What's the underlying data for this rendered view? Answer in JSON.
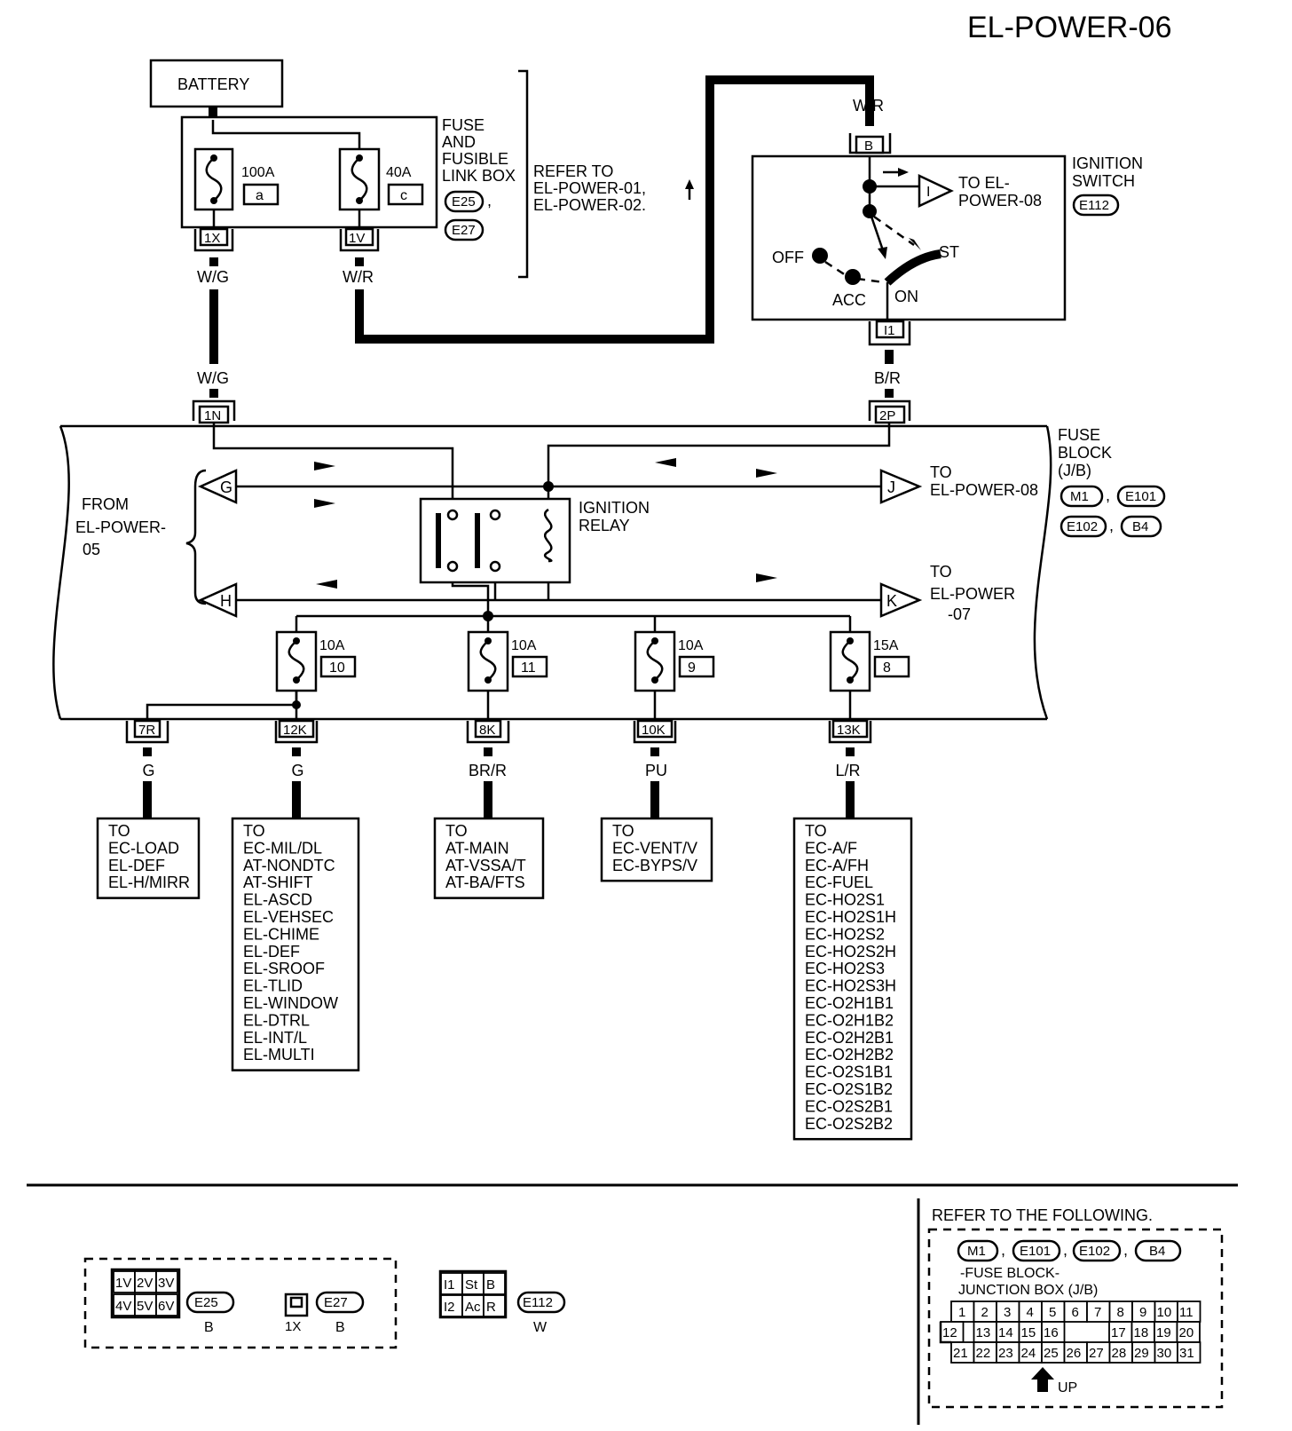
{
  "page_code": "EL-POWER-06",
  "battery": "BATTERY",
  "fuse_link_box": {
    "label": [
      "FUSE",
      "AND",
      "FUSIBLE",
      "LINK BOX"
    ],
    "connectors": [
      "E25",
      "E27"
    ],
    "fuse_100a": {
      "rating": "100A",
      "id": "a"
    },
    "fuse_40a": {
      "rating": "40A",
      "id": "c"
    },
    "refer": [
      "REFER TO",
      "EL-POWER-01,",
      "EL-POWER-02."
    ]
  },
  "ignition_switch": {
    "label": [
      "IGNITION",
      "SWITCH"
    ],
    "connector": "E112",
    "positions": {
      "off": "OFF",
      "acc": "ACC",
      "on": "ON",
      "st": "ST"
    },
    "to_i": "I",
    "to_text": [
      "TO EL-",
      "POWER-08"
    ]
  },
  "wires": {
    "w_g_top": "W/G",
    "w_r_top": "W/R",
    "w_g_mid": "W/G",
    "w_r_switch": "W/R",
    "b_r": "B/R"
  },
  "terminals": {
    "t1x": "1X",
    "t1v": "1V",
    "tB": "B",
    "tI1": "I1",
    "t1n": "1N",
    "t2p": "2P"
  },
  "fuse_block": {
    "label": [
      "FUSE",
      "BLOCK",
      "(J/B)"
    ],
    "connectors": [
      "M1",
      "E101",
      "E102",
      "B4"
    ],
    "relay": [
      "IGNITION",
      "RELAY"
    ],
    "from": [
      "FROM",
      "EL-POWER-",
      "05"
    ],
    "g": "G",
    "h": "H",
    "j": "J",
    "k": "K",
    "to_j": [
      "TO",
      "EL-POWER-08"
    ],
    "to_k": [
      "TO",
      "EL-POWER",
      "-07"
    ],
    "fuses": [
      {
        "rating": "10A",
        "num": "10"
      },
      {
        "rating": "10A",
        "num": "11"
      },
      {
        "rating": "10A",
        "num": "9"
      },
      {
        "rating": "15A",
        "num": "8"
      }
    ]
  },
  "outputs": [
    {
      "term": "7R",
      "wire": "G",
      "dest": [
        "TO",
        "EC-LOAD",
        "EL-DEF",
        "EL-H/MIRR"
      ]
    },
    {
      "term": "12K",
      "wire": "G",
      "dest": [
        "TO",
        "EC-MIL/DL",
        "AT-NONDTC",
        "AT-SHIFT",
        "EL-ASCD",
        "EL-VEHSEC",
        "EL-CHIME",
        "EL-DEF",
        "EL-SROOF",
        "EL-TLID",
        "EL-WINDOW",
        "EL-DTRL",
        "EL-INT/L",
        "EL-MULTI"
      ]
    },
    {
      "term": "8K",
      "wire": "BR/R",
      "dest": [
        "TO",
        "AT-MAIN",
        "AT-VSSA/T",
        "AT-BA/FTS"
      ]
    },
    {
      "term": "10K",
      "wire": "PU",
      "dest": [
        "TO",
        "EC-VENT/V",
        "EC-BYPS/V"
      ]
    },
    {
      "term": "13K",
      "wire": "L/R",
      "dest": [
        "TO",
        "EC-A/F",
        "EC-A/FH",
        "EC-FUEL",
        "EC-HO2S1",
        "EC-HO2S1H",
        "EC-HO2S2",
        "EC-HO2S2H",
        "EC-HO2S3",
        "EC-HO2S3H",
        "EC-O2H1B1",
        "EC-O2H1B2",
        "EC-O2H2B1",
        "EC-O2H2B2",
        "EC-O2S1B1",
        "EC-O2S1B2",
        "EC-O2S2B1",
        "EC-O2S2B2"
      ]
    }
  ],
  "legend": {
    "e25": {
      "cells": [
        "1V",
        "2V",
        "3V",
        "4V",
        "5V",
        "6V"
      ],
      "connector": "E25",
      "color": "B"
    },
    "e27": {
      "cells": [
        "1X"
      ],
      "connector": "E27",
      "color": "B"
    },
    "e112": {
      "cells": [
        "I1",
        "St",
        "B",
        "I2",
        "Ac",
        "R"
      ],
      "connector": "E112",
      "color": "W"
    },
    "refer_title": "REFER TO THE FOLLOWING.",
    "refer_connectors": [
      "M1",
      "E101",
      "E102",
      "B4"
    ],
    "jb_label": [
      "-FUSE BLOCK-",
      "JUNCTION BOX (J/B)"
    ],
    "jb_row1": [
      "1",
      "2",
      "3",
      "4",
      "5",
      "6",
      "7",
      "8",
      "9",
      "10",
      "11"
    ],
    "jb_row2a": [
      "12",
      "13",
      "14",
      "15",
      "16"
    ],
    "jb_row2b": [
      "17",
      "18",
      "19",
      "20"
    ],
    "jb_row3": [
      "21",
      "22",
      "23",
      "24",
      "25",
      "26",
      "27",
      "28",
      "29",
      "30",
      "31"
    ],
    "up": "UP"
  }
}
